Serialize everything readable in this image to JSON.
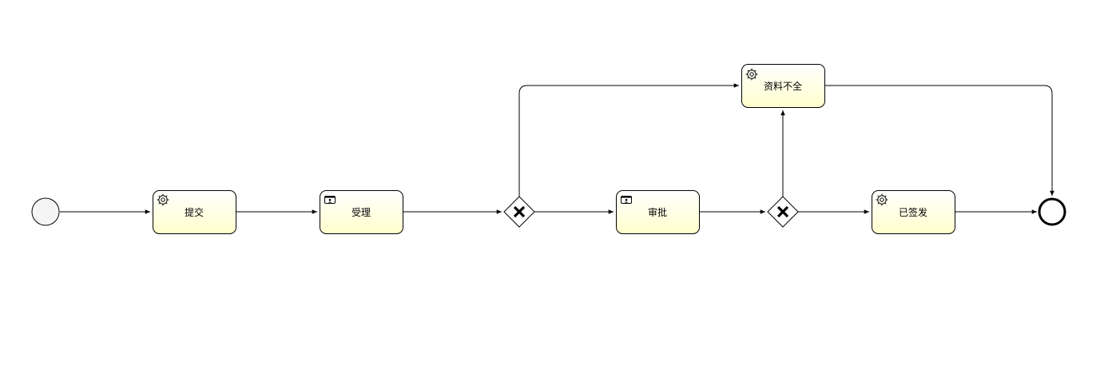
{
  "diagram": {
    "type": "bpmn-process",
    "colors": {
      "stroke": "#000000",
      "task_fill_top": "#ffffff",
      "task_fill_bottom": "#ffffcc",
      "start_fill": "#f5f5f5",
      "gateway_fill": "#ffffff"
    },
    "start_event": {
      "kind": "start-event"
    },
    "end_event": {
      "kind": "end-event"
    },
    "tasks": {
      "submit": {
        "label": "提交",
        "task_type": "service-task",
        "icon": "gear-icon"
      },
      "accept": {
        "label": "受理",
        "task_type": "user-task",
        "icon": "user-icon"
      },
      "incomplete": {
        "label": "资料不全",
        "task_type": "service-task",
        "icon": "gear-icon"
      },
      "approve": {
        "label": "审批",
        "task_type": "user-task",
        "icon": "user-icon"
      },
      "issued": {
        "label": "已签发",
        "task_type": "service-task",
        "icon": "gear-icon"
      }
    },
    "gateways": {
      "gateway1": {
        "kind": "exclusive-gateway",
        "icon": "x-icon"
      },
      "gateway2": {
        "kind": "exclusive-gateway",
        "icon": "x-icon"
      }
    },
    "flows": [
      {
        "from": "start_event",
        "to": "submit"
      },
      {
        "from": "submit",
        "to": "accept"
      },
      {
        "from": "accept",
        "to": "gateway1"
      },
      {
        "from": "gateway1",
        "to": "approve"
      },
      {
        "from": "gateway1",
        "to": "incomplete"
      },
      {
        "from": "approve",
        "to": "gateway2"
      },
      {
        "from": "gateway2",
        "to": "issued"
      },
      {
        "from": "gateway2",
        "to": "incomplete"
      },
      {
        "from": "issued",
        "to": "end_event"
      },
      {
        "from": "incomplete",
        "to": "end_event"
      }
    ]
  }
}
